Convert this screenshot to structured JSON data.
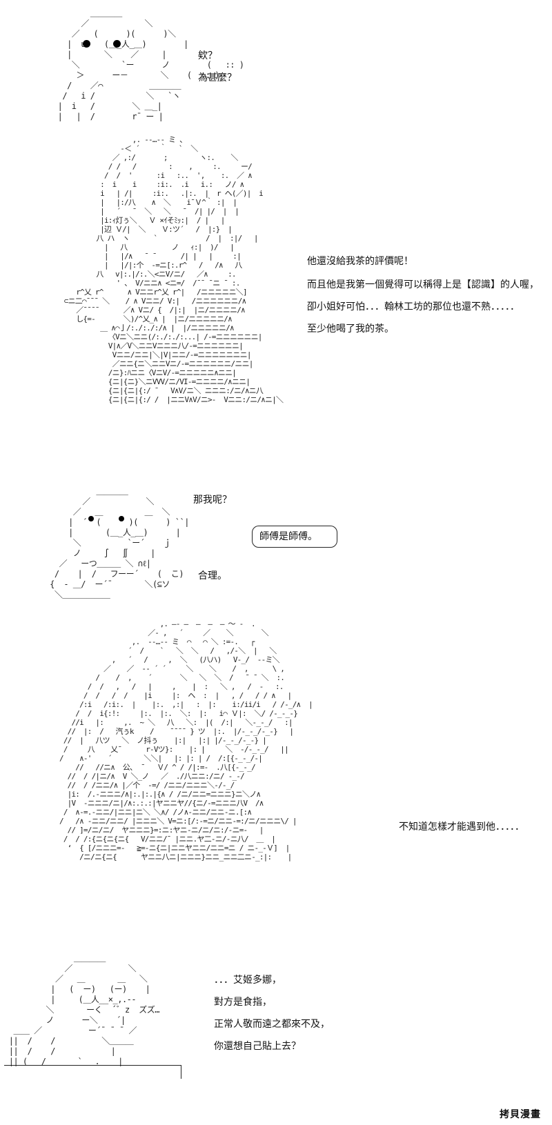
{
  "panels": [
    {
      "lines": [
        "欸？",
        "為甚麼？"
      ]
    },
    {
      "lines": [
        "他還沒給我茶的評價呢！",
        "而且他是我第一個覺得可以稱得上是【認識】的人喔，",
        "卲小姐好可怕．．．翰林工坊的那位也還不熟．．．．．",
        "至少他喝了我的茶。"
      ]
    },
    {
      "lines": [
        "那我呢？"
      ],
      "bubble": "師傅是師傅。",
      "aside": "合理。"
    },
    {
      "lines": [
        "不知道怎樣才能遇到他．．．．．"
      ]
    },
    {
      "lines": [
        "．．．艾姬多娜，",
        "對方是食指，",
        "正常人敬而遠之都來不及，",
        "你還想自己貼上去？"
      ],
      "sfx": "ｚ  ズズ…"
    }
  ],
  "watermark": "拷貝漫畫"
}
